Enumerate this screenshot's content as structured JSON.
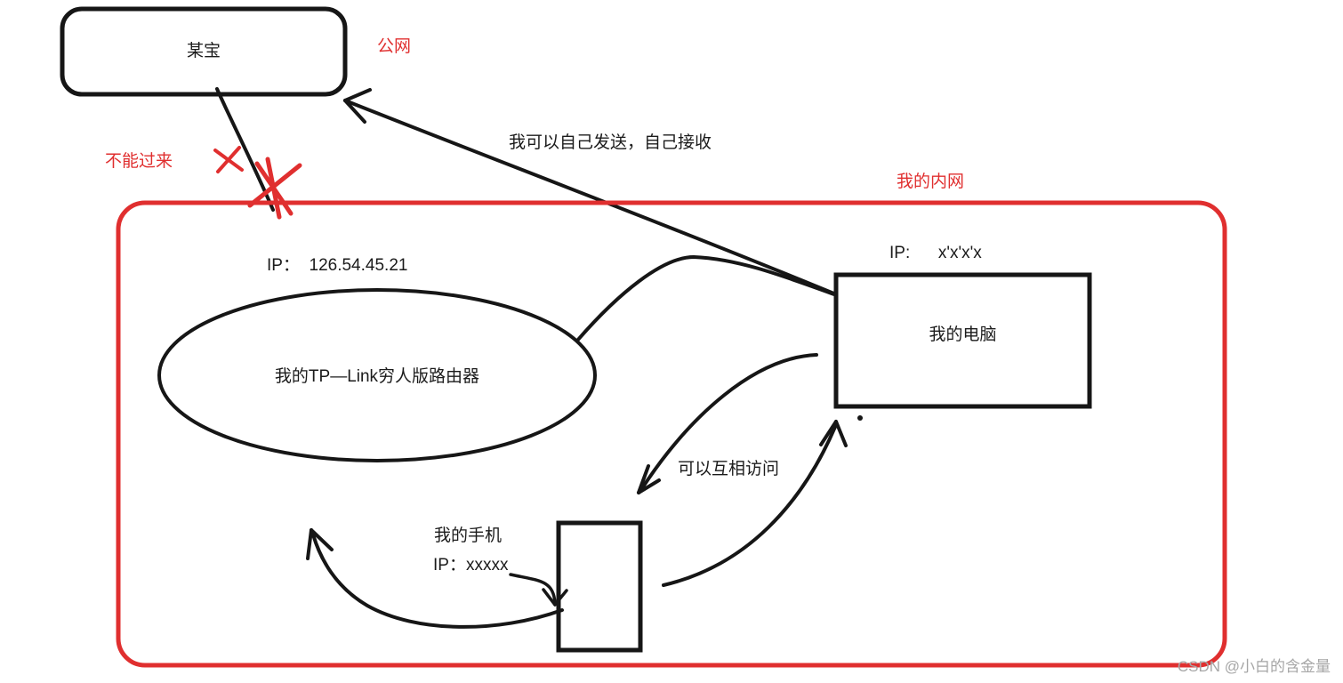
{
  "colors": {
    "ink": "#161616",
    "red": "#e02f2f",
    "watermark": "#a6a6a6"
  },
  "labels": {
    "taobao": "某宝",
    "public_net": "公网",
    "cannot_pass": "不能过来",
    "self_send": "我可以自己发送，自己接收",
    "intranet": "我的内网",
    "router_ip": "IP：  126.54.45.21",
    "router": "我的TP—Link穷人版路由器",
    "computer_ip": "IP:      x'x'x'x",
    "computer": "我的电脑",
    "mutual": "可以互相访问",
    "phone": "我的手机",
    "phone_ip": "IP：xxxxx",
    "watermark": "CSDN @小白的含金量"
  },
  "nodes": [
    {
      "id": "taobao",
      "type": "rounded-rect",
      "label": "某宝",
      "zone": "public"
    },
    {
      "id": "router",
      "type": "ellipse",
      "label": "我的TP—Link穷人版路由器",
      "ip": "126.54.45.21",
      "zone": "intranet"
    },
    {
      "id": "computer",
      "type": "rect",
      "label": "我的电脑",
      "ip": "x'x'x'x",
      "zone": "intranet"
    },
    {
      "id": "phone",
      "type": "rect",
      "label": "我的手机",
      "ip": "xxxxx",
      "zone": "intranet"
    }
  ],
  "edges": [
    {
      "from": "taobao",
      "to": "intranet-border",
      "note": "不能过来",
      "blocked": true
    },
    {
      "from": "computer",
      "to": "taobao",
      "note": "我可以自己发送，自己接收",
      "arrow": true
    },
    {
      "from": "router",
      "to": "computer",
      "note": ""
    },
    {
      "from": "phone",
      "to": "computer",
      "note": "可以互相访问",
      "arrow": true
    },
    {
      "from": "computer",
      "to": "phone",
      "note": "可以互相访问",
      "arrow": true
    }
  ]
}
